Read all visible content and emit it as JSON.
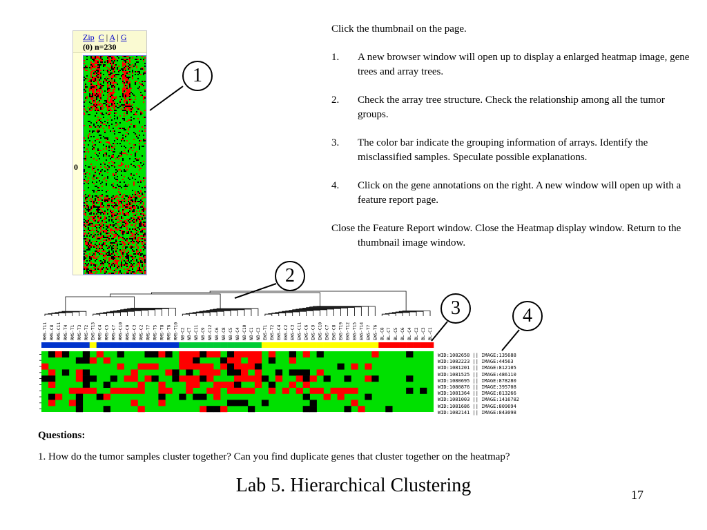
{
  "thumbnail": {
    "links": [
      "Zip",
      "C",
      "A",
      "G"
    ],
    "count_label": "(0) n=230",
    "axis_label": "0"
  },
  "instructions": {
    "intro": "Click the thumbnail on the page.",
    "steps": [
      {
        "num": "1.",
        "text": "A new browser window will open up to display a enlarged heatmap image, gene trees and array trees."
      },
      {
        "num": "2.",
        "text": "Check the array tree structure. Check the relationship among all the tumor groups."
      },
      {
        "num": "3.",
        "text": "The color bar indicate the grouping information of arrays.  Identify the misclassified samples.  Speculate possible explanations."
      },
      {
        "num": "4.",
        "text": "Click on the gene annotations on the right.  A new window will open up with a feature report page."
      }
    ],
    "closing": "Close the Feature Report window.  Close the Heatmap display window. Return to the thumbnail image window."
  },
  "callouts": [
    "1",
    "2",
    "3",
    "4"
  ],
  "heatmap": {
    "sample_labels": [
      "RMS-T11",
      "RMS-C8",
      "RMS-C11",
      "RMS-T4",
      "RMS-T1",
      "RMS-T3",
      "RMS-T2",
      "EWS-T13",
      "RMS-C4",
      "RMS-C5",
      "RMS-C7",
      "RMS-C10",
      "RMS-C9",
      "RMS-C3",
      "RMS-C2",
      "RMS-T7",
      "RMS-T5",
      "RMS-T8",
      "RMS-T6",
      "RMS-T10",
      "NB-C2",
      "NB-C7",
      "NB-C11",
      "NB-C9",
      "NB-C12",
      "NB-C6",
      "NB-C8",
      "NB-C5",
      "NB-C4",
      "NB-C10",
      "NB-C1",
      "NB-C3",
      "EWS-T1",
      "EWS-T2",
      "EWS-C4",
      "EWS-C2",
      "EWS-C3",
      "EWS-C11",
      "EWS-C6",
      "EWS-C9",
      "EWS-C10",
      "EWS-C7",
      "EWS-C8",
      "EWS-T19",
      "EWS-T12",
      "EWS-T15",
      "EWS-T14",
      "EWS-T7",
      "EWS-T6",
      "BL-C8",
      "BL-C7",
      "BL-C5",
      "BL-C6",
      "BL-C4",
      "BL-C2",
      "BL-C3",
      "BL-C1"
    ],
    "group_bar": [
      "blue",
      "blue",
      "blue",
      "blue",
      "blue",
      "blue",
      "blue",
      "yellow",
      "blue",
      "blue",
      "blue",
      "blue",
      "blue",
      "blue",
      "blue",
      "blue",
      "blue",
      "blue",
      "blue",
      "blue",
      "green",
      "green",
      "green",
      "green",
      "green",
      "green",
      "green",
      "green",
      "green",
      "green",
      "green",
      "green",
      "yellow",
      "yellow",
      "yellow",
      "yellow",
      "yellow",
      "yellow",
      "yellow",
      "yellow",
      "yellow",
      "yellow",
      "yellow",
      "yellow",
      "yellow",
      "yellow",
      "yellow",
      "yellow",
      "yellow",
      "red",
      "red",
      "red",
      "red",
      "red",
      "red",
      "red",
      "red"
    ],
    "gene_labels": [
      "WID:1082658 || IMAGE:135688",
      "WID:1082223 || IMAGE:44563",
      "WID:1081201 || IMAGE:812105",
      "WID:1081525 || IMAGE:486110",
      "WID:1080695 || IMAGE:878280",
      "WID:1080876 || IMAGE:395708",
      "WID:1081364 || IMAGE:813266",
      "WID:1081003 || IMAGE:1416782",
      "WID:1081686 || IMAGE:809694",
      "WID:1082141 || IMAGE:843098"
    ]
  },
  "questions": {
    "heading": "Questions:",
    "q1": "1. How do the tumor samples cluster together?  Can you find duplicate genes that cluster together on the heatmap?"
  },
  "title": "Lab 5. Hierarchical Clustering",
  "page_number": "17",
  "colors": {
    "red": "#ff0000",
    "green": "#00e000",
    "black": "#000000",
    "blue": "#0033cc",
    "yellow": "#ffff00",
    "group_green": "#00cc33"
  }
}
